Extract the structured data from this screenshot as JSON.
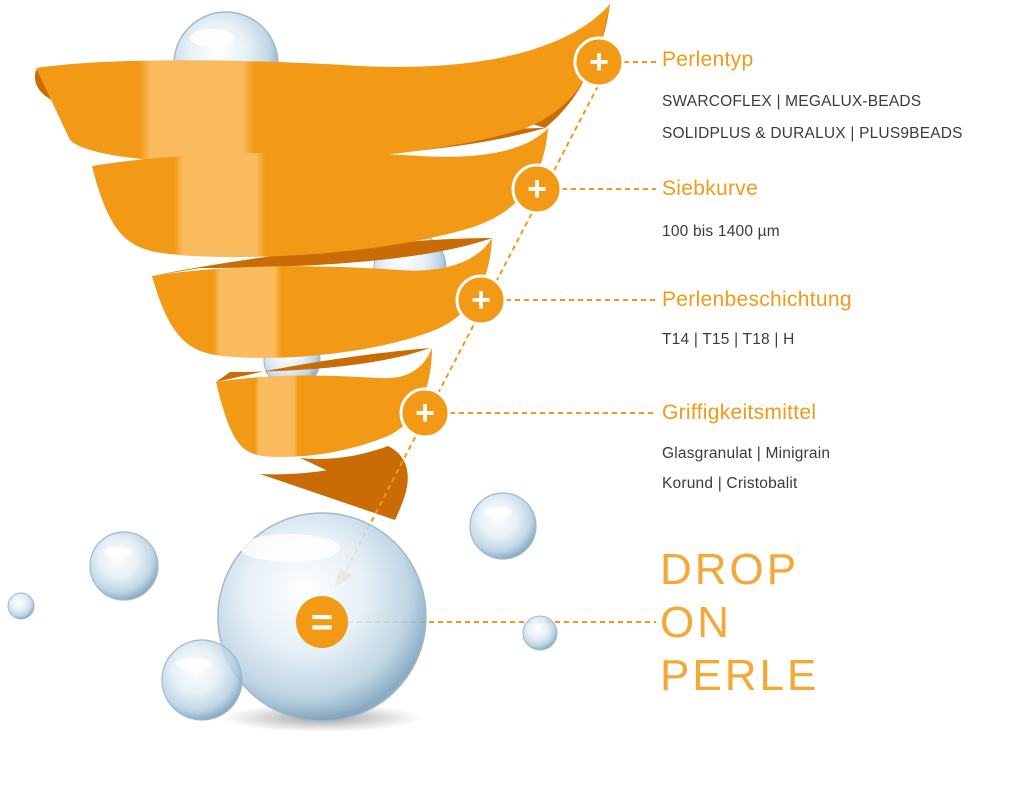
{
  "stages": [
    {
      "label": "Perlentyp",
      "details": [
        "SWARCOFLEX | MEGALUX-BEADS",
        "SOLIDPLUS & DURALUX | PLUS9BEADS"
      ]
    },
    {
      "label": "Siebkurve",
      "details": [
        "100 bis 1400 µm"
      ]
    },
    {
      "label": "Perlenbeschichtung",
      "details": [
        "T14 | T15 | T18 | H"
      ]
    },
    {
      "label": "Griffigkeitsmittel",
      "details": [
        "Glasgranulat | Minigrain",
        "Korund | Cristobalit"
      ]
    }
  ],
  "operators": {
    "plus": "+",
    "equals": "="
  },
  "result": {
    "lines": [
      "DROP",
      "ON",
      "PERLE"
    ]
  },
  "colors": {
    "ribbon_front": "#f29a16",
    "ribbon_highlight": "#f9bb5e",
    "ribbon_back": "#c96c06",
    "accent_text": "#f29a16",
    "body_text": "#3b3b3b"
  },
  "icons": [
    "plus-circle-icon",
    "equals-circle-icon",
    "arrow-down-icon",
    "glass-bead-icon",
    "spiral-funnel-icon"
  ]
}
